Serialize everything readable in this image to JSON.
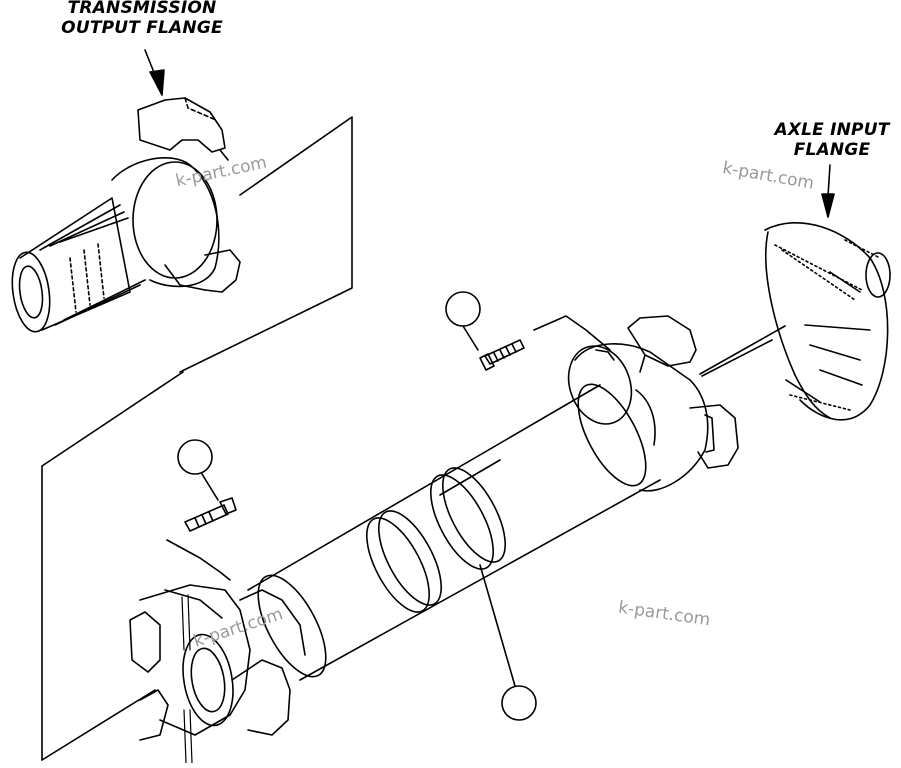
{
  "labels": {
    "transmission_line1": "TRANSMISSION",
    "transmission_line2": "OUTPUT FLANGE",
    "axle_line1": "AXLE INPUT",
    "axle_line2": "FLANGE"
  },
  "watermark": "k-part.com",
  "colors": {
    "line": "#000000",
    "background": "#ffffff",
    "watermark": "#9a9a9a"
  }
}
